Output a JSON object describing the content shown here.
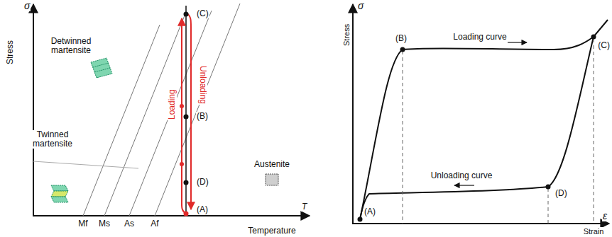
{
  "diagram": {
    "labels": [
      "Stress",
      "σ",
      "Detwinned martensite",
      "Twinned martensite",
      "Austenite",
      "(C)",
      "(B)",
      "(D)",
      "(A)",
      "Loading",
      "Unloading",
      "Mf",
      "Ms",
      "As",
      "Af",
      "T",
      "Temperature",
      "Stress",
      "σ",
      "Loading curve",
      "Unloading curve",
      "(B)",
      "(C)",
      "(A)",
      "(D)",
      "Strain",
      "ε"
    ]
  }
}
